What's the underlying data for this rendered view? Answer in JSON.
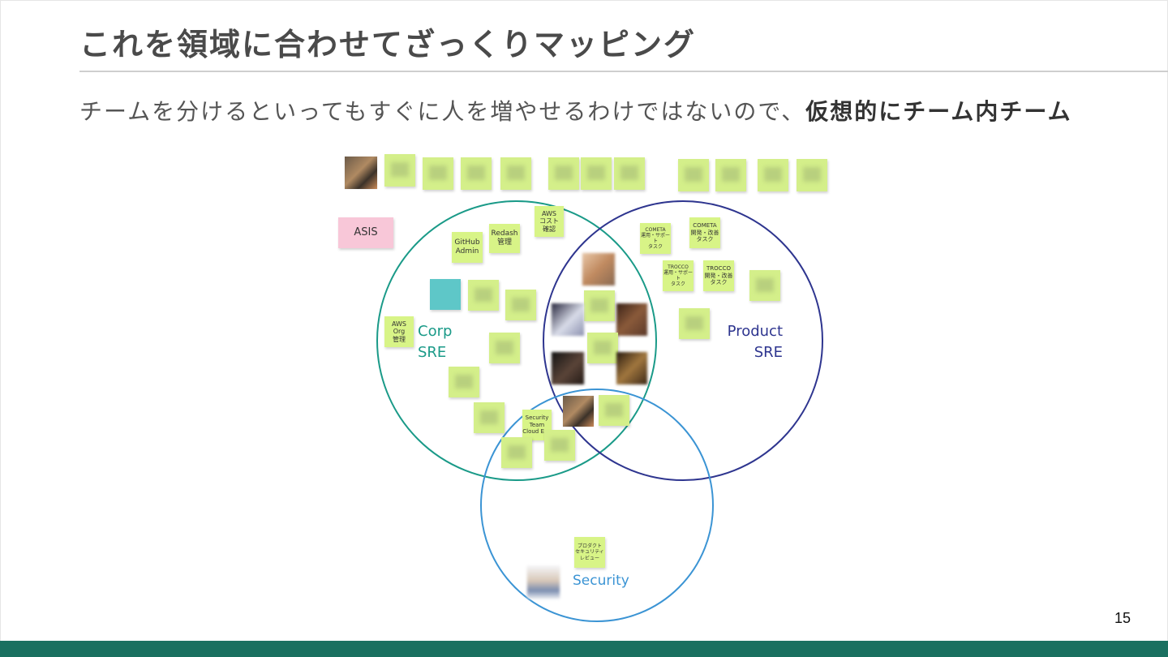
{
  "slide": {
    "title": "これを領域に合わせてざっくりマッピング",
    "subtitle_prefix": "チームを分けるといってもすぐに人を増やせるわけではないので、",
    "subtitle_bold": "仮想的にチーム内チーム",
    "page_number": "15"
  },
  "diagram": {
    "circles": [
      {
        "name": "Corp SRE",
        "color": "#1a9a88"
      },
      {
        "name": "Product SRE",
        "color": "#2e358f"
      },
      {
        "name": "Security",
        "color": "#3b94d4"
      }
    ],
    "labels": {
      "corp_line1": "Corp",
      "corp_line2": "SRE",
      "product_line1": "Product",
      "product_line2": "SRE",
      "security": "Security"
    },
    "notes": {
      "asis": "ASIS",
      "aws_cost": "AWS\nコスト\n確認",
      "redash": "Redash\n管理",
      "github": "GitHub\nAdmin",
      "aws_org": "AWS\nOrg\n管理",
      "security_team": "Security\nTeam\nCloud Eng",
      "cometa_ops": "COMETA\n運用・サポート\nタスク",
      "cometa_dev": "COMETA\n開発・改善\nタスク",
      "trocco_ops": "TROCCO\n運用・サポート\nタスク",
      "trocco_dev": "TROCCO\n開発・改善\nタスク",
      "product_security": "プロダクト\nセキュリティ\nレビュー"
    }
  }
}
